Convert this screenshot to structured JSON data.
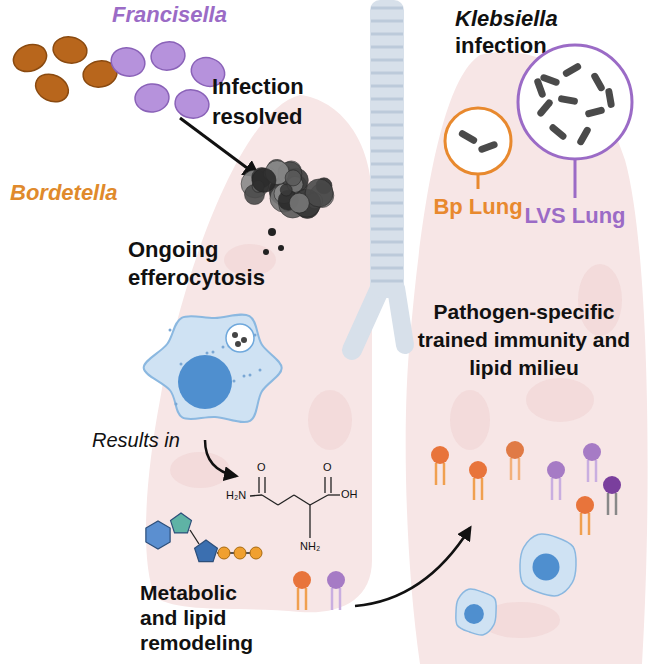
{
  "diagram": {
    "nodes": [
      {
        "text": [
          "Bp Lung"
        ]
      },
      {
        "text": [
          "LVS Lung"
        ]
      }
    ],
    "labels": [
      "Francisella",
      "Bordetella",
      "Infection resolved",
      "Klebsiella",
      "infection",
      "Ongoing efferocytosis",
      "Results in",
      "Metabolic and lipid remodeling",
      "Pathogen-specific trained immunity and lipid milieu",
      "H₂N",
      "O",
      "O",
      "OH",
      "NH₂"
    ]
  }
}
